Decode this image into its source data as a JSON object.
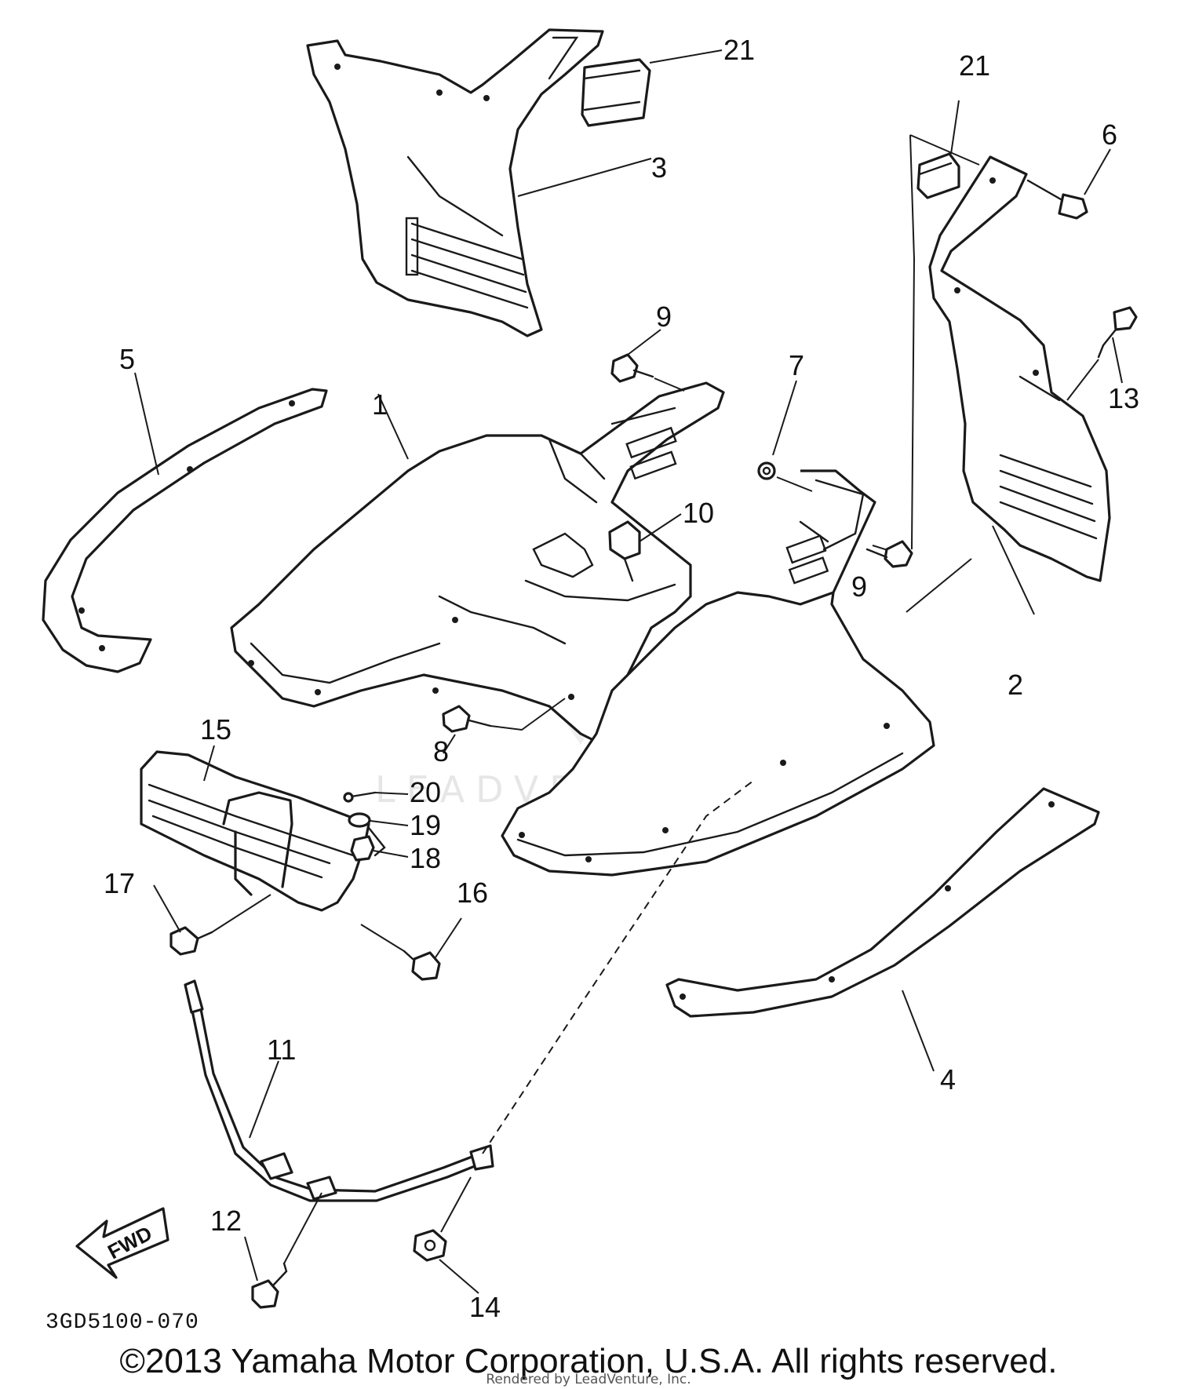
{
  "diagram": {
    "diagram_code": "3GD5100-070",
    "direction_label": "FWD",
    "callouts": {
      "p1": "1",
      "p2": "2",
      "p3": "3",
      "p4": "4",
      "p5": "5",
      "p6": "6",
      "p7": "7",
      "p8": "8",
      "p9a": "9",
      "p9b": "9",
      "p10": "10",
      "p11": "11",
      "p12": "12",
      "p13": "13",
      "p14": "14",
      "p15": "15",
      "p16": "16",
      "p17": "17",
      "p18": "18",
      "p19": "19",
      "p20": "20",
      "p21a": "21",
      "p21b": "21"
    }
  },
  "watermark": {
    "brand": "LEADVENTURE",
    "rendered_by": "Rendered by LeadVenture, Inc."
  },
  "footer": {
    "copyright": "©2013 Yamaha Motor Corporation, U.S.A. All rights reserved."
  }
}
